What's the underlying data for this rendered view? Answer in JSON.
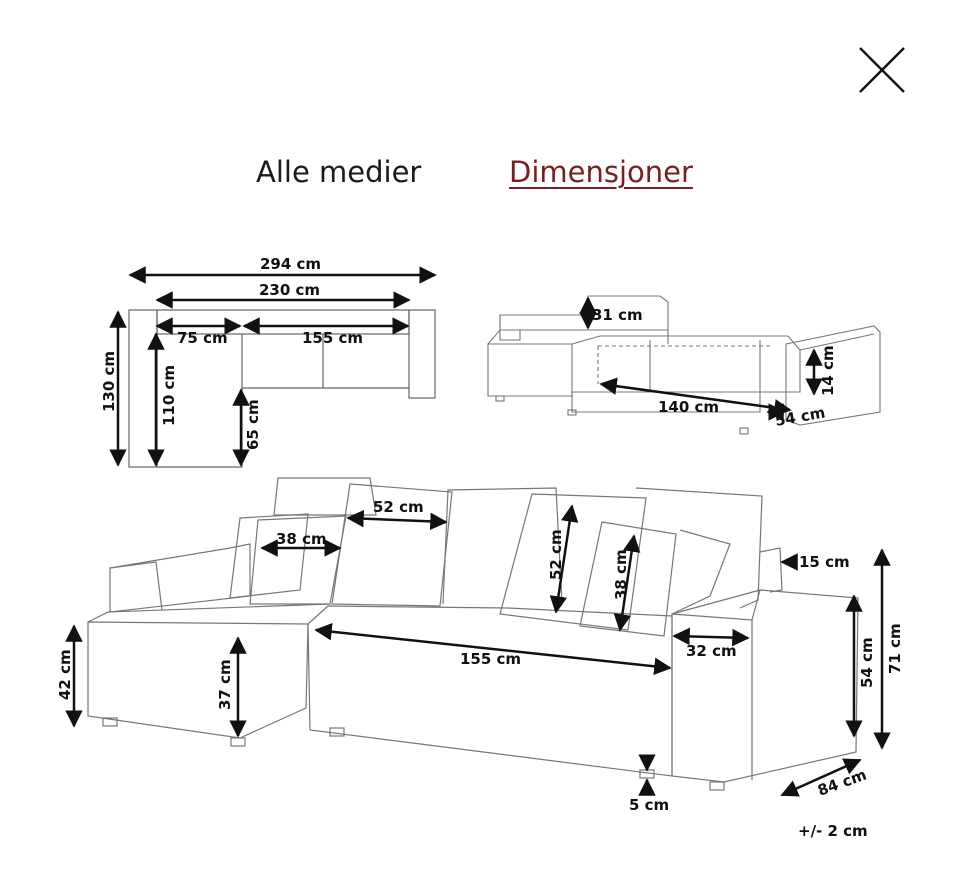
{
  "close_icon": "close-icon",
  "tabs": {
    "all_media": "Alle medier",
    "dimensions": "Dimensjoner",
    "active_color": "#7a1f1f"
  },
  "plan_view": {
    "total_width": "294 cm",
    "inner_width": "230 cm",
    "chaise_width": "75 cm",
    "main_width": "155 cm",
    "total_depth": "130 cm",
    "inner_depth": "110 cm",
    "chaise_extension": "65 cm"
  },
  "bed_view": {
    "backrest_height": "31 cm",
    "bed_length": "140 cm",
    "bed_width": "54 cm",
    "storage_height": "14 cm"
  },
  "front_view": {
    "pillow_large_width": "52 cm",
    "pillow_small_width": "38 cm",
    "pillow_large_height": "52 cm",
    "pillow_small_height": "38 cm",
    "back_thickness": "15 cm",
    "seat_width": "155 cm",
    "armrest_width": "32 cm",
    "armrest_height": "54 cm",
    "total_height": "71 cm",
    "chaise_height": "42 cm",
    "seat_height": "37 cm",
    "leg_height": "5 cm",
    "depth": "84 cm"
  },
  "tolerance_note": "+/- 2 cm"
}
